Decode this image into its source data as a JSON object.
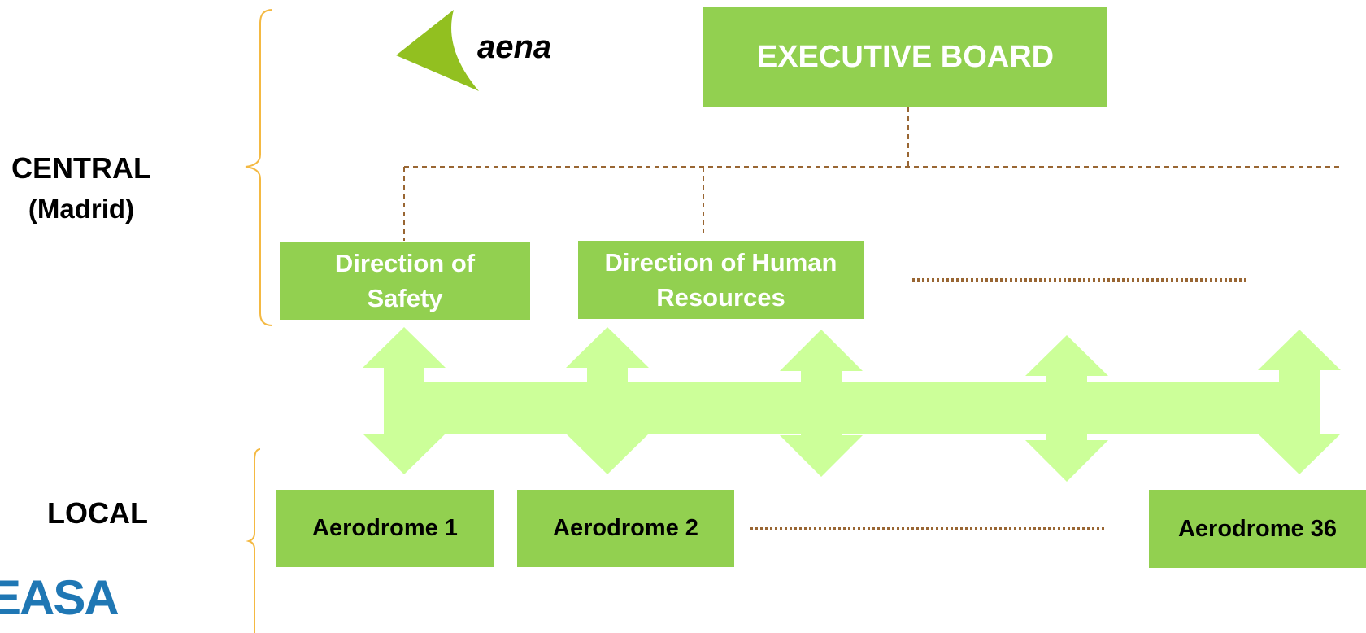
{
  "levels": {
    "central_title": "CENTRAL",
    "central_subtitle": "(Madrid)",
    "local_title": "LOCAL"
  },
  "logos": {
    "aena": "aena",
    "easa": "EASA"
  },
  "central": {
    "executive_board": "EXECUTIVE BOARD",
    "directions": [
      {
        "line1": "Direction of",
        "line2": "Safety"
      },
      {
        "line1": "Direction of Human",
        "line2": "Resources"
      }
    ]
  },
  "local": {
    "aerodromes": [
      "Aerodrome 1",
      "Aerodrome 2",
      "Aerodrome 36"
    ]
  },
  "colors": {
    "box_fill": "#92d050",
    "arrow_fill": "#ccff99",
    "connector": "#996633",
    "bracket": "#f4b942",
    "easa_blue": "#1f77b4"
  }
}
